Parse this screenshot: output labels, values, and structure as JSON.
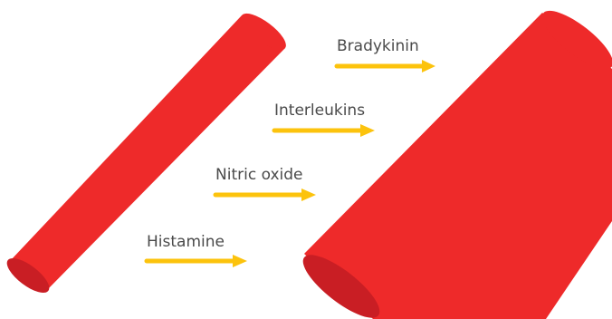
{
  "diagram": {
    "vessels": [
      {
        "name": "narrow",
        "color": "#ee2a2a",
        "end_color": "#c91e24"
      },
      {
        "name": "dilated",
        "color": "#ee2a2a",
        "end_color": "#c91e24"
      }
    ],
    "arrow_color": "#fcc30d",
    "mediators": [
      {
        "label": "Bradykinin"
      },
      {
        "label": "Interleukins"
      },
      {
        "label": "Nitric oxide"
      },
      {
        "label": "Histamine"
      }
    ]
  }
}
